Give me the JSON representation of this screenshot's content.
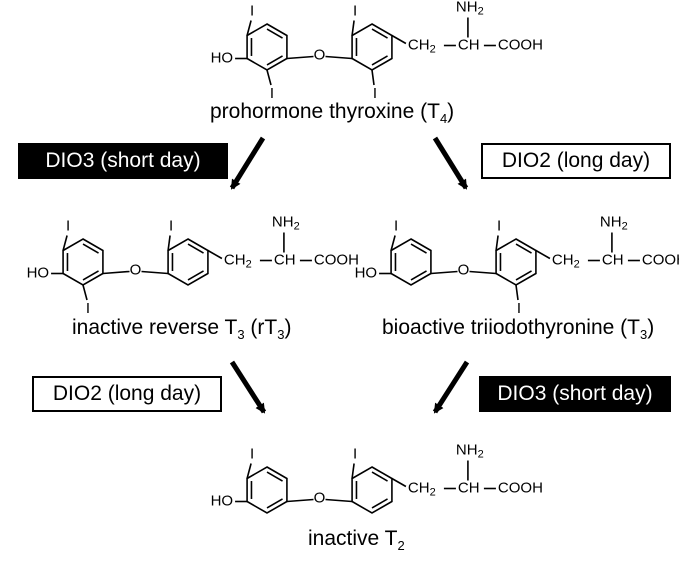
{
  "atom_labels": {
    "iodine": "I",
    "hydroxyl": "HO",
    "ether_oxygen": "O",
    "side_chain": "CH2",
    "amine": "NH2",
    "alpha_carbon": "CH",
    "carboxyl": "COOH"
  },
  "compounds": {
    "t4": {
      "name_prefix": "prohormone thyroxine (T",
      "sub": "4",
      "name_suffix": ")"
    },
    "rt3": {
      "name_prefix": "inactive reverse T",
      "sub1": "3",
      "name_mid": " (rT",
      "sub2": "3",
      "name_suffix": ")"
    },
    "t3": {
      "name_prefix": "bioactive triiodothyronine (T",
      "sub": "3",
      "name_suffix": ")"
    },
    "t2": {
      "name_prefix": "inactive T",
      "sub": "2"
    }
  },
  "enzymes": {
    "dio3_upper": "DIO3 (short day)",
    "dio2_upper": "DIO2 (long day)",
    "dio2_lower": "DIO2 (long day)",
    "dio3_lower": "DIO3 (short day)"
  },
  "colors": {
    "ink": "#000000",
    "paper": "#ffffff"
  }
}
